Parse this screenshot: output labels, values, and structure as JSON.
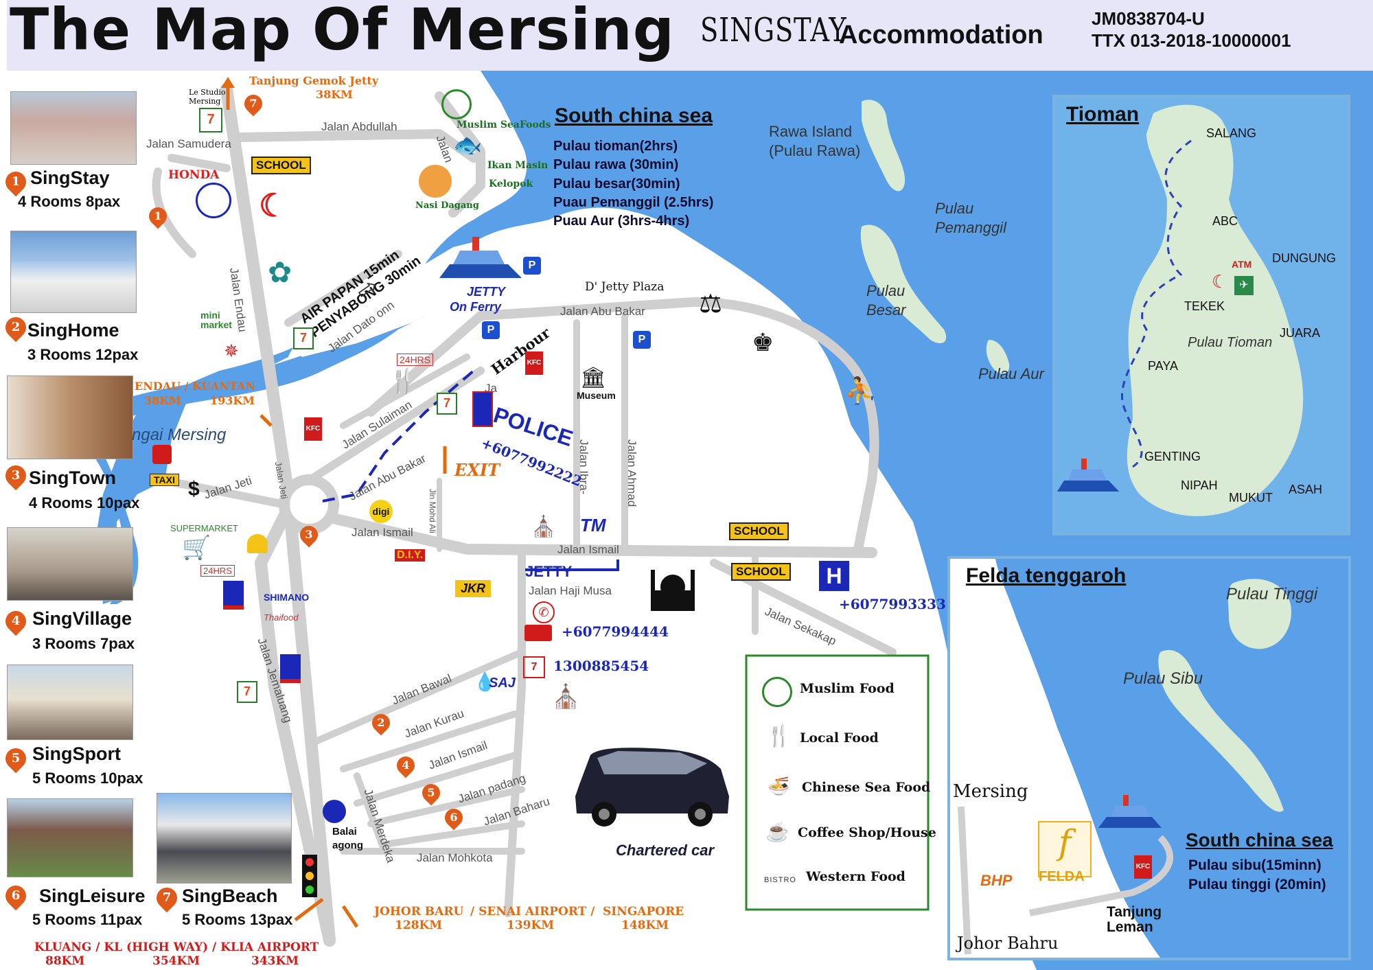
{
  "header": {
    "title": "The Map Of Mersing",
    "brand": "SINGSTAY",
    "brand_sub": "Accommodation",
    "registration_1": "JM0838704-U",
    "registration_2": "TTX 013-2018-10000001"
  },
  "properties": [
    {
      "number": "1",
      "name": "SingStay",
      "rooms": "4 Rooms 8pax"
    },
    {
      "number": "2",
      "name": "SingHome",
      "rooms": "3 Rooms 12pax"
    },
    {
      "number": "3",
      "name": "SingTown",
      "rooms": "4 Rooms 10pax"
    },
    {
      "number": "4",
      "name": "SingVillage",
      "rooms": "3 Rooms 7pax"
    },
    {
      "number": "5",
      "name": "SingSport",
      "rooms": "5 Rooms 10pax"
    },
    {
      "number": "6",
      "name": "SingLeisure",
      "rooms": "5 Rooms 11pax"
    },
    {
      "number": "7",
      "name": "SingBeach",
      "rooms": "5 Rooms 13pax"
    }
  ],
  "roads": {
    "abdullah": "Jalan Abdullah",
    "samudera": "Jalan Samudera",
    "endau": "Jalan Endau",
    "dato_onn": "Jalan Dato onn",
    "abu_bakar_top": "Jalan Abu Bakar",
    "sulaiman": "Jalan Sulaiman",
    "abu_bakar_mid": "Jalan Abu Bakar",
    "jeti": "Jalan Jeti",
    "jeti2": "Jalan Jeti",
    "ismail_mid": "Jalan Ismail",
    "ismail_main": "Jalan Ismail",
    "ibrahim": "Jalan Ibra-",
    "ahmad": "Jalan Ahmad",
    "haji_musa": "Jalan Haji Musa",
    "sekakap": "Jalan Sekakap",
    "jemaluang": "Jalan Jemaluang",
    "bawal": "Jalan Bawal",
    "kurau": "Jalan Kurau",
    "ismail_south": "Jalan Ismail",
    "padang": "Jalan padang",
    "baharu": "Jalan Baharu",
    "merdeka": "Jalan Merdeka",
    "mohkota": "Jalan Mohkota",
    "mohd_ali": "Jln Mohd Ali",
    "jalan_short": "Jalan",
    "ja": "Ja"
  },
  "labels": {
    "tanjung_gemok": "Tanjung Gemok Jetty",
    "tanjung_gemok_km": "38KM",
    "le_studio": "Le Studio Mersing",
    "school": "SCHOOL",
    "honda": "HONDA",
    "muslim_seafoods": "Muslim SeaFoods",
    "ikan_masin": "Ikan Masin",
    "kelopok": "Kelopok",
    "nasi_dagang": "Nasi Dagang",
    "air_papan": "AIR PAPAN  15min",
    "penyabong": "PENYABONG  30min",
    "jetty_ferry_1": "JETTY",
    "jetty_ferry_2": "On Ferry",
    "d_jetty_plaza": "D' Jetty Plaza",
    "harbour": "Harbour",
    "museum": "Museum",
    "endau_kuantan": "ENDAU / KUANTAN",
    "endau_km": "38KM",
    "kuantan_km": "193KM",
    "sungai_mersing": "ngai Mersing",
    "24hrs": "24HRS",
    "police": "POLICE",
    "police_phone": "+6077992222",
    "exit": "EXIT",
    "taxi": "TAXI",
    "supermarket": "SUPERMARKET",
    "shimano": "SHIMANO",
    "thaifood": "Thaifood",
    "jkr": "JKR",
    "jetty_blue": "JETTY",
    "tm": "TM",
    "hospital_phone": "+6077993333",
    "fire_phone": "+6077994444",
    "saj": "SAJ",
    "saj_phone": "1300885454",
    "balai_agong": "Balai agong",
    "chartered_car": "Chartered car",
    "johor_baru": "JOHOR BARU",
    "johor_baru_km": "128KM",
    "senai_airport": "/ SENAI AIRPORT /",
    "senai_km": "139KM",
    "singapore": "SINGAPORE",
    "singapore_km": "148KM",
    "kluang_line": "KLUANG / KL (HIGH WAY) / KLIA AIRPORT",
    "kluang_km": "88KM",
    "kl_km": "354KM",
    "klia_km": "343KM",
    "minimarket": "mini market",
    "diy": "D.I.Y.",
    "digi": "digi",
    "h": "H"
  },
  "south_china_sea": {
    "title": "South china sea",
    "items": [
      "Pulau tioman(2hrs)",
      "Pulau rawa (30min)",
      "Pulau besar(30min)",
      "Puau Pemanggil (2.5hrs)",
      "Puau Aur (3hrs-4hrs)"
    ]
  },
  "islands": {
    "rawa": "Rawa Island (Pulau Rawa)",
    "pemanggil": "Pulau Pemanggil",
    "besar": "Pulau Besar",
    "aur": "Pulau Aur"
  },
  "tioman_panel": {
    "title": "Tioman",
    "places": [
      "SALANG",
      "ABC",
      "DUNGUNG",
      "ATM",
      "TEKEK",
      "Pulau Tioman",
      "JUARA",
      "PAYA",
      "GENTING",
      "NIPAH",
      "MUKUT",
      "ASAH"
    ]
  },
  "felda_panel": {
    "title": "Felda tenggaroh",
    "pulau_tinggi": "Pulau Tinggi",
    "pulau_sibu": "Pulau Sibu",
    "mersing": "Mersing",
    "felda": "FELDA",
    "bhp": "BHP",
    "tanjung_leman": "Tanjung Leman",
    "johor_bahru": "Johor Bahru",
    "sea_title": "South china sea",
    "sea_items": [
      "Pulau sibu(15minn)",
      "Pulau tinggi (20min)"
    ]
  },
  "legend": {
    "items": [
      "Muslim Food",
      "Local Food",
      "Chinese Sea Food",
      "Coffee Shop/House",
      "Western Food"
    ],
    "bistro": "BISTRO"
  },
  "colors": {
    "sea": "#5aa0e8",
    "land": "#ffffff",
    "road": "#cfcfcf",
    "header_bg": "#e6e6f8",
    "pin": "#e05a1a",
    "panel_border": "#7ab3e0",
    "legend_border": "#2a8a2a"
  }
}
